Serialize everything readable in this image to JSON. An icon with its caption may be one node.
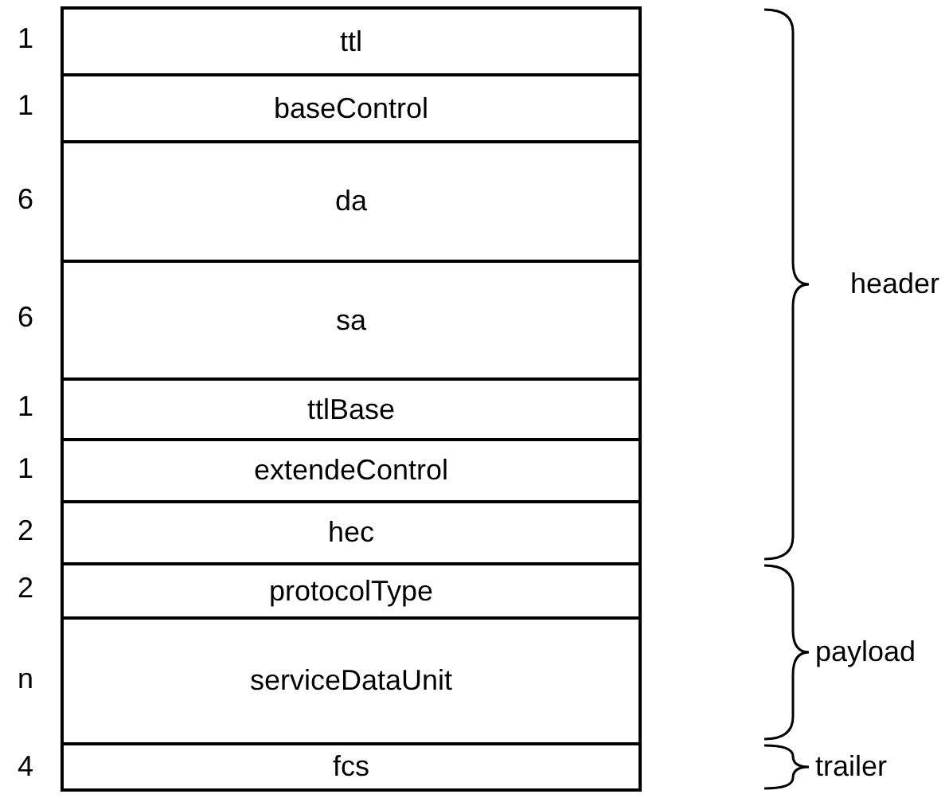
{
  "diagram": {
    "nodes": [
      {
        "text": [
          "ttl"
        ],
        "beside": [
          "1"
        ]
      },
      {
        "text": [
          "baseControl"
        ],
        "beside": [
          "1"
        ]
      },
      {
        "text": [
          "da"
        ],
        "beside": [
          "6"
        ]
      },
      {
        "text": [
          "sa"
        ],
        "beside": [
          "6"
        ]
      },
      {
        "text": [
          "ttlBase"
        ],
        "beside": [
          "1"
        ]
      },
      {
        "text": [
          "extendeControl"
        ],
        "beside": [
          "1"
        ]
      },
      {
        "text": [
          "hec"
        ],
        "beside": [
          "2"
        ]
      },
      {
        "text": [
          "protocolType"
        ],
        "beside": [
          "2"
        ]
      },
      {
        "text": [
          "serviceDataUnit"
        ],
        "beside": [
          "n"
        ]
      },
      {
        "text": [
          "fcs"
        ],
        "beside": [
          "4"
        ]
      }
    ],
    "labels": [
      "header",
      "payload",
      "trailer"
    ]
  }
}
